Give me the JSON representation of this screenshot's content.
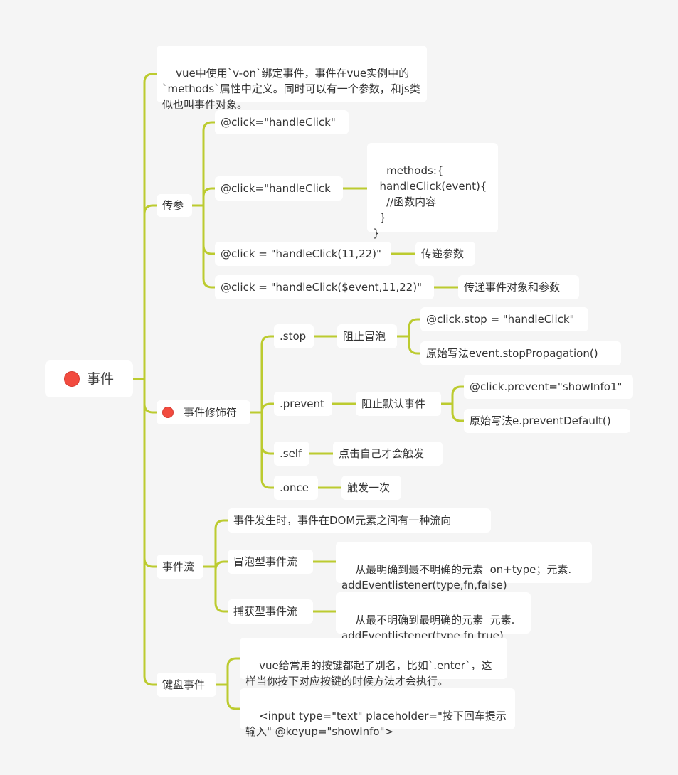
{
  "root": {
    "label": "事件",
    "marker": "red-dot"
  },
  "intro": {
    "text": "vue中使用`v-on`绑定事件，事件在vue实例中的`methods`属性中定义。同时可以有一个参数，和js类似也叫事件对象。"
  },
  "params": {
    "label": "传参",
    "items": [
      {
        "text": "@click=\"handleClick\""
      },
      {
        "text": "@click=\"handleClick",
        "note": "methods:{\n  handleClick(event){\n    //函数内容\n  }\n}"
      },
      {
        "text": "@click = \"handleClick(11,22)\"",
        "note": "传递参数"
      },
      {
        "text": "@click = \"handleClick($event,11,22)\"",
        "note": "传递事件对象和参数"
      }
    ]
  },
  "modifiers": {
    "label": "事件修饰符",
    "marker": "red-dot",
    "stop": {
      "label": ".stop",
      "desc": "阻止冒泡",
      "ex1": "@click.stop = \"handleClick\"",
      "ex2": "原始写法event.stopPropagation()"
    },
    "prevent": {
      "label": ".prevent",
      "desc": "阻止默认事件",
      "ex1": "@click.prevent=\"showInfo1\"",
      "ex2": "原始写法e.preventDefault()"
    },
    "self": {
      "label": ".self",
      "desc": "点击自己才会触发"
    },
    "once": {
      "label": ".once",
      "desc": "触发一次"
    }
  },
  "flow": {
    "label": "事件流",
    "desc": "事件发生时，事件在DOM元素之间有一种流向",
    "bubble": {
      "label": "冒泡型事件流",
      "desc": "从最明确到最不明确的元素  on+type；元素.\naddEventlistener(type,fn,false)"
    },
    "capture": {
      "label": "捕获型事件流",
      "desc": "从最不明确到最明确的元素  元素.\naddEventlistener(type,fn,true)"
    }
  },
  "keyboard": {
    "label": "键盘事件",
    "desc1": "vue给常用的按键都起了别名，比如`.enter`，这样当你按下对应按键的时候方法才会执行。",
    "desc2": "<input type=\"text\" placeholder=\"按下回车提示输入\" @keyup=\"showInfo\">"
  },
  "colors": {
    "edge": "#bccb2f",
    "background": "#f5f5f5",
    "node": "#ffffff",
    "marker": "#f24b3f"
  }
}
